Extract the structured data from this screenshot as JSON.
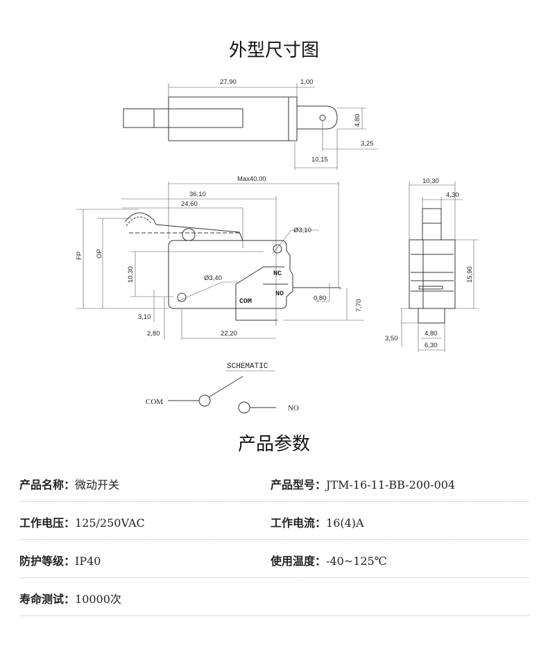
{
  "titles": {
    "dimensions": "外型尺寸图",
    "parameters": "产品参数"
  },
  "dims": {
    "top_len": "27,90",
    "top_flange": "1,00",
    "top_term_h": "4,80",
    "top_hole": "3,25",
    "top_term_len": "10,15",
    "max": "Max40.00",
    "d3610": "36,10",
    "d2460": "24,60",
    "hole_top": "Ø3,10",
    "fp": "FP",
    "op": "OP",
    "d1030": "10,30",
    "hole_bot": "Ø3,40",
    "nc": "NC",
    "no": "NO",
    "com": "COM",
    "d080": "0,80",
    "d770": "7,70",
    "d310": "3,10",
    "d280": "2,80",
    "d2220": "22,20",
    "r1030": "10,30",
    "r430": "4,30",
    "r1590": "15,90",
    "r350": "3,50",
    "r480": "4,80",
    "r630": "6,30"
  },
  "schematic": {
    "title": "SCHEMATIC",
    "com": "COM",
    "no": "NO"
  },
  "specs": [
    {
      "label": "产品名称：",
      "value": "微动开关"
    },
    {
      "label": "产品型号：",
      "value": "JTM-16-11-BB-200-004"
    },
    {
      "label": "工作电压：",
      "value": "125/250VAC"
    },
    {
      "label": "工作电流：",
      "value": "16(4)A"
    },
    {
      "label": "防护等级：",
      "value": "IP40"
    },
    {
      "label": "使用温度：",
      "value": "-40~125℃"
    },
    {
      "label": "寿命测试：",
      "value": "10000次"
    }
  ]
}
